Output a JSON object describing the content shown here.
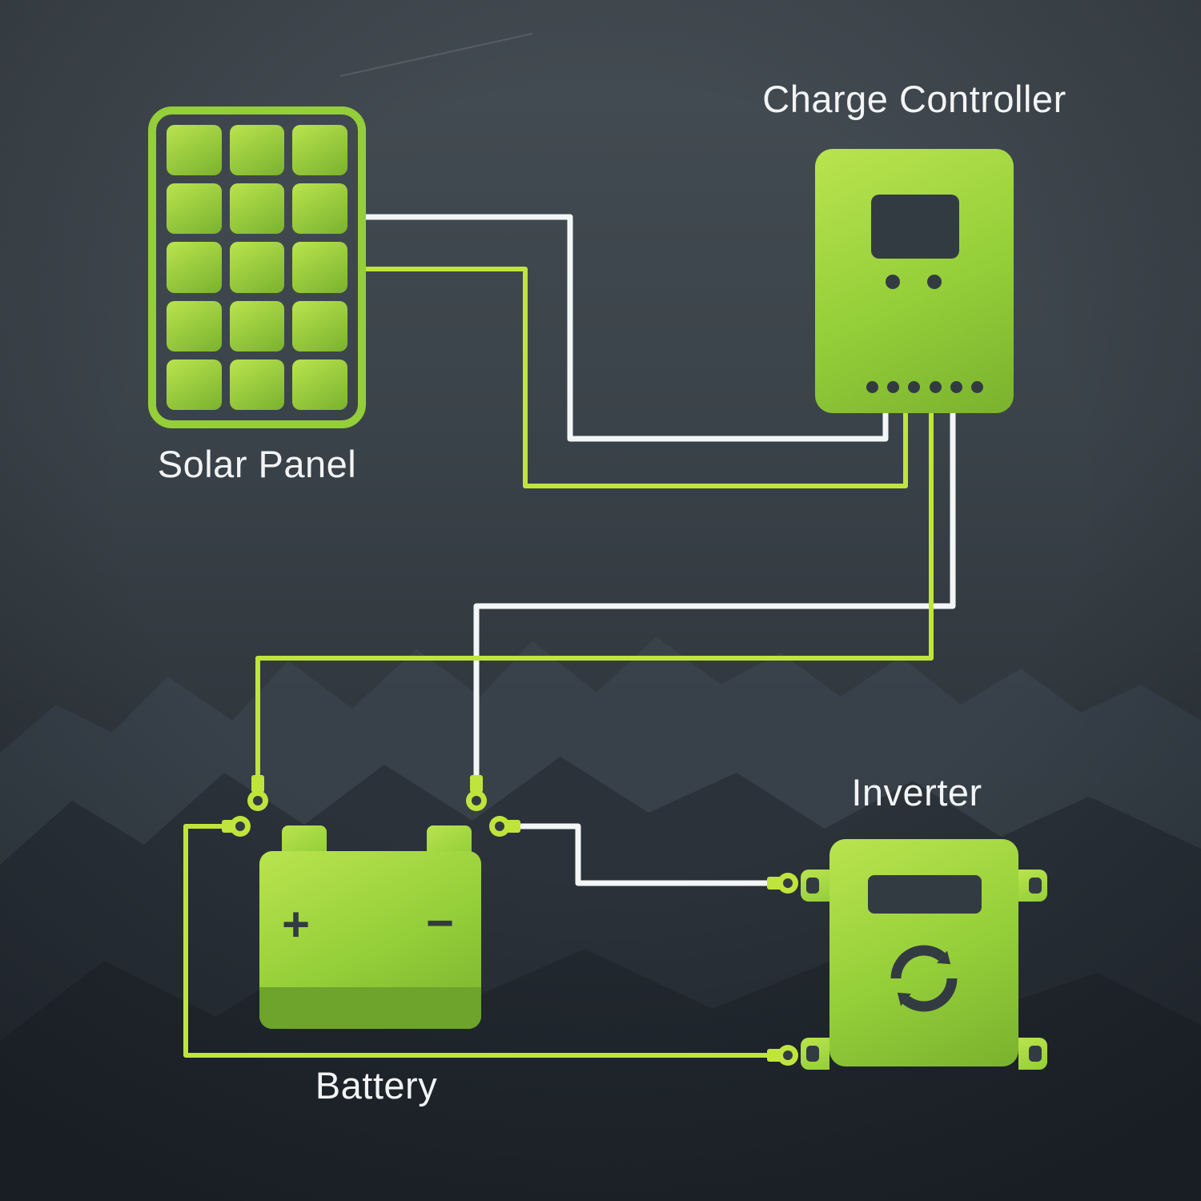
{
  "components": {
    "solar_panel": {
      "label": "Solar Panel"
    },
    "charge_controller": {
      "label": "Charge Controller"
    },
    "battery": {
      "label": "Battery",
      "positive_symbol": "+",
      "negative_symbol": "−"
    },
    "inverter": {
      "label": "Inverter"
    }
  },
  "wires": [
    {
      "from": "solar-panel",
      "to": "charge-controller",
      "color": "white"
    },
    {
      "from": "solar-panel",
      "to": "charge-controller",
      "color": "green"
    },
    {
      "from": "charge-controller",
      "to": "battery",
      "color": "white"
    },
    {
      "from": "charge-controller",
      "to": "battery",
      "color": "green"
    },
    {
      "from": "battery",
      "to": "inverter",
      "color": "white"
    },
    {
      "from": "battery",
      "to": "inverter",
      "color": "green"
    }
  ],
  "icons": {
    "inverter_center": "sync-arrows-icon",
    "battery_left": "plus-icon",
    "battery_right": "minus-icon"
  },
  "colors": {
    "green-light": "#b9e44e",
    "green": "#94ce39",
    "green-deep": "#7ab22e",
    "green-shade": "#6ea32c",
    "wire-white": "#f3f6f6",
    "wire-green": "#bfe53c",
    "detail-dark": "#333b42",
    "text": "#f2f4f5",
    "sky-top": "#454d54",
    "sky-bottom": "#2c3339",
    "mountain-far": "#3a434b",
    "mountain-mid": "#2b323a",
    "mountain-near": "#232a31"
  }
}
